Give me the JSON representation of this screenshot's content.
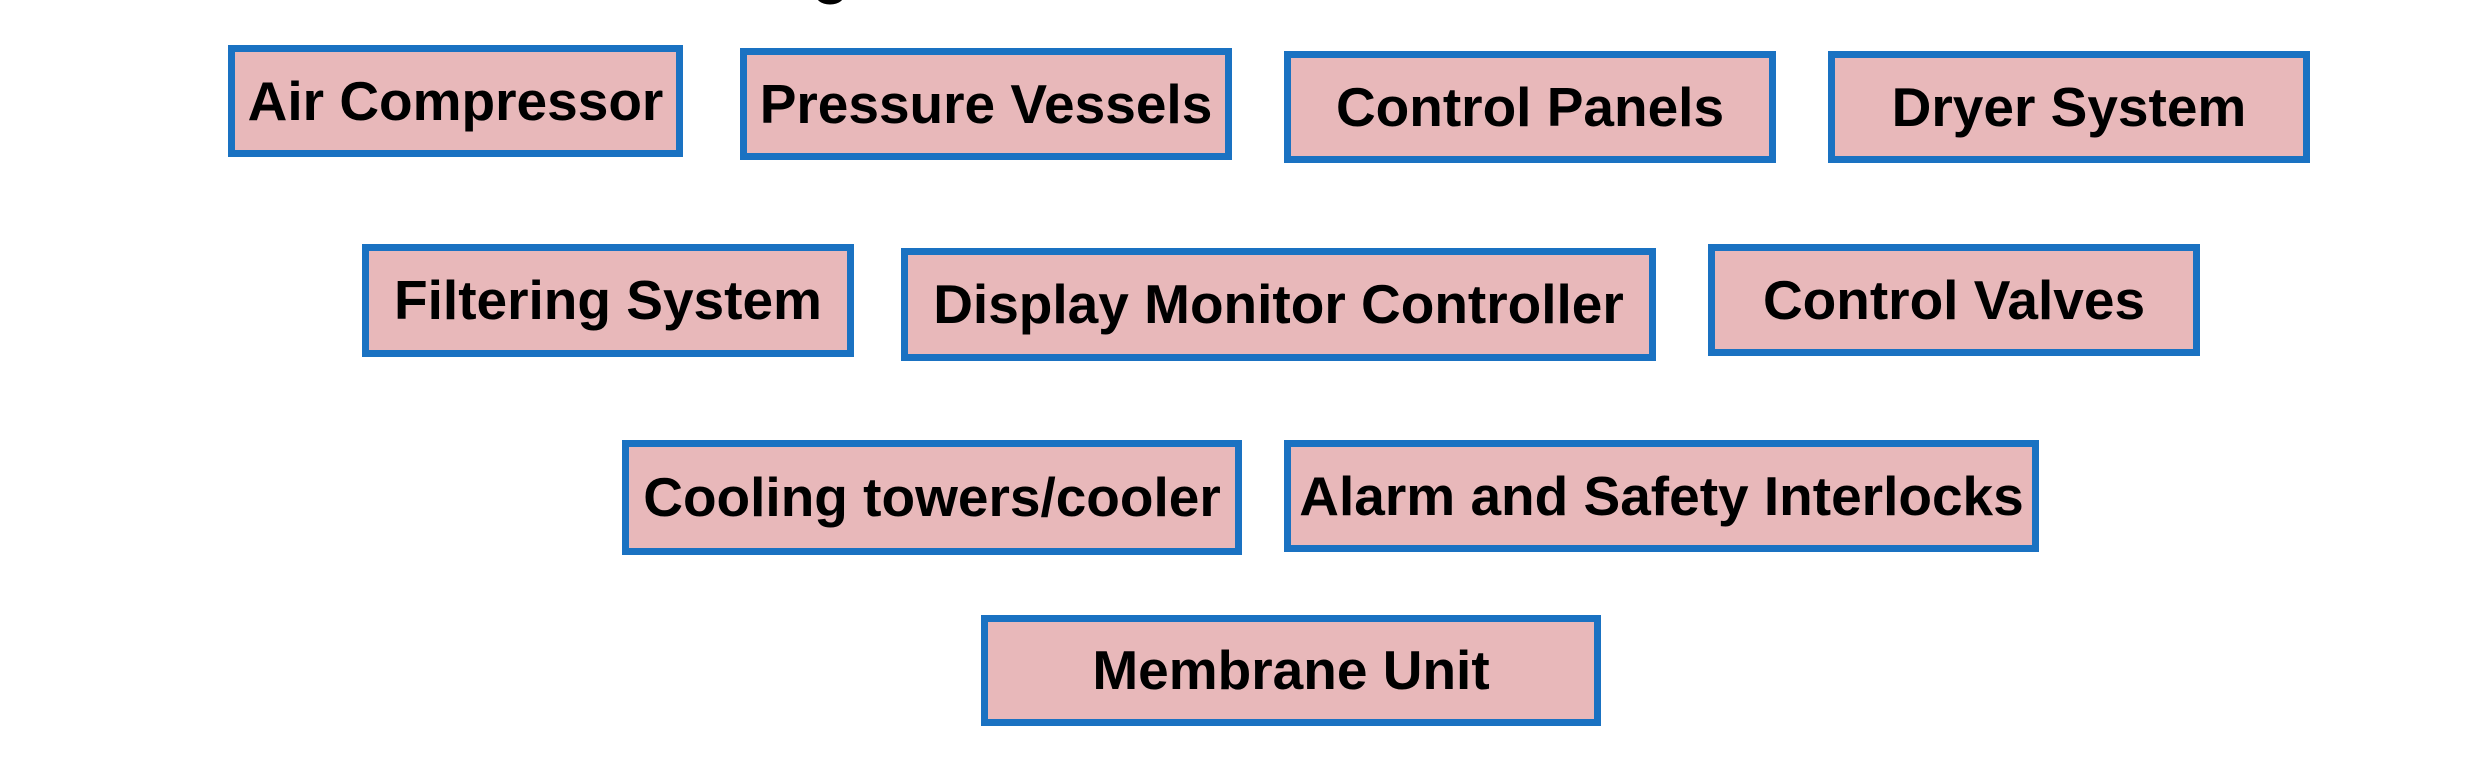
{
  "colors": {
    "box_fill": "#e8b8ba",
    "box_border": "#1a72c2",
    "text": "#000000",
    "background": "#ffffff"
  },
  "components": [
    {
      "label": "Air Compressor"
    },
    {
      "label": "Pressure Vessels"
    },
    {
      "label": "Control Panels"
    },
    {
      "label": "Dryer System"
    },
    {
      "label": "Filtering System"
    },
    {
      "label": "Display Monitor Controller"
    },
    {
      "label": "Control Valves"
    },
    {
      "label": "Cooling towers/cooler"
    },
    {
      "label": "Alarm and Safety Interlocks"
    },
    {
      "label": "Membrane Unit"
    }
  ]
}
